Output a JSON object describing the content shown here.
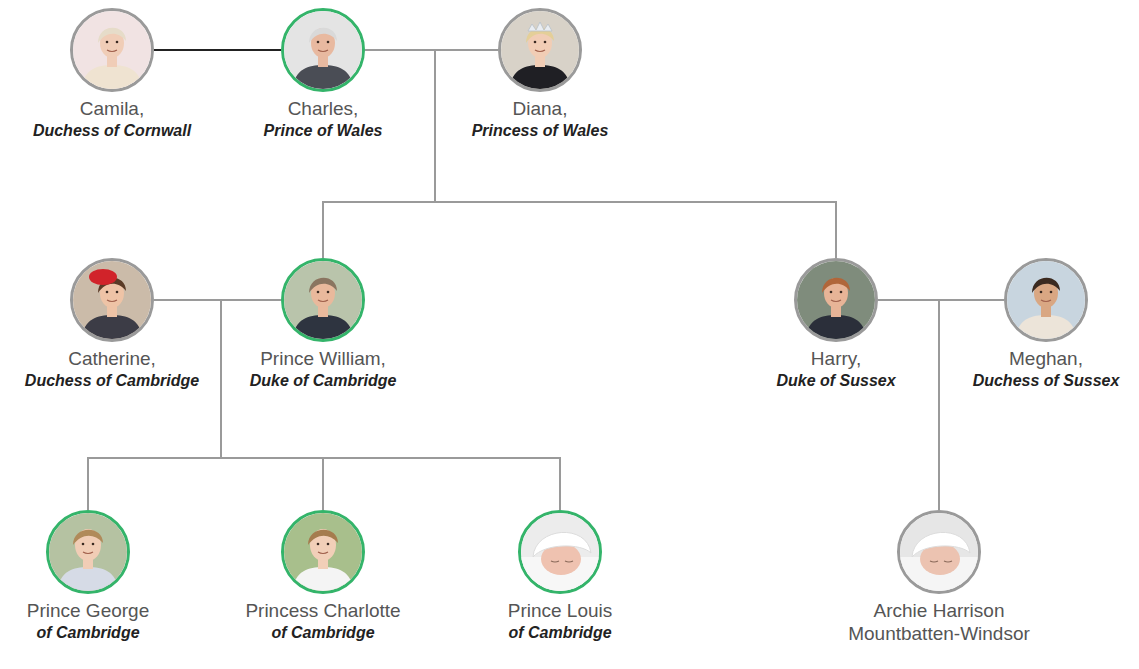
{
  "diagram": {
    "nodes": [
      {
        "text": [
          "Camila,",
          "Duchess of Cornwall"
        ]
      },
      {
        "text": [
          "Charles,",
          "Prince of Wales"
        ]
      },
      {
        "text": [
          "Diana,",
          "Princess of Wales"
        ]
      },
      {
        "text": [
          "Catherine,",
          "Duchess of Cambridge"
        ]
      },
      {
        "text": [
          "Prince William,",
          "Duke of Cambridge"
        ]
      },
      {
        "text": [
          "Harry,",
          "Duke of Sussex"
        ]
      },
      {
        "text": [
          "Meghan,",
          "Duchess of Sussex"
        ]
      },
      {
        "text": [
          "Prince George",
          "of Cambridge"
        ]
      },
      {
        "text": [
          "Princess Charlotte",
          "of Cambridge"
        ]
      },
      {
        "text": [
          "Prince Louis",
          "of Cambridge"
        ]
      },
      {
        "text": [
          "Archie Harrison Mountbatten-Windsor"
        ]
      }
    ],
    "edges": [
      {
        "from": 0,
        "to": 1,
        "arrow": "none"
      },
      {
        "from": 1,
        "to": 2,
        "arrow": "none"
      },
      {
        "from": 1,
        "to": 4,
        "arrow": "none"
      },
      {
        "from": 2,
        "to": 4,
        "arrow": "none"
      },
      {
        "from": 1,
        "to": 5,
        "arrow": "none"
      },
      {
        "from": 2,
        "to": 5,
        "arrow": "none"
      },
      {
        "from": 3,
        "to": 4,
        "arrow": "none"
      },
      {
        "from": 5,
        "to": 6,
        "arrow": "none"
      },
      {
        "from": 3,
        "to": 7,
        "arrow": "none"
      },
      {
        "from": 4,
        "to": 7,
        "arrow": "none"
      },
      {
        "from": 3,
        "to": 8,
        "arrow": "none"
      },
      {
        "from": 4,
        "to": 8,
        "arrow": "none"
      },
      {
        "from": 3,
        "to": 9,
        "arrow": "none"
      },
      {
        "from": 4,
        "to": 9,
        "arrow": "none"
      },
      {
        "from": 5,
        "to": 10,
        "arrow": "none"
      },
      {
        "from": 6,
        "to": 10,
        "arrow": "none"
      }
    ]
  }
}
